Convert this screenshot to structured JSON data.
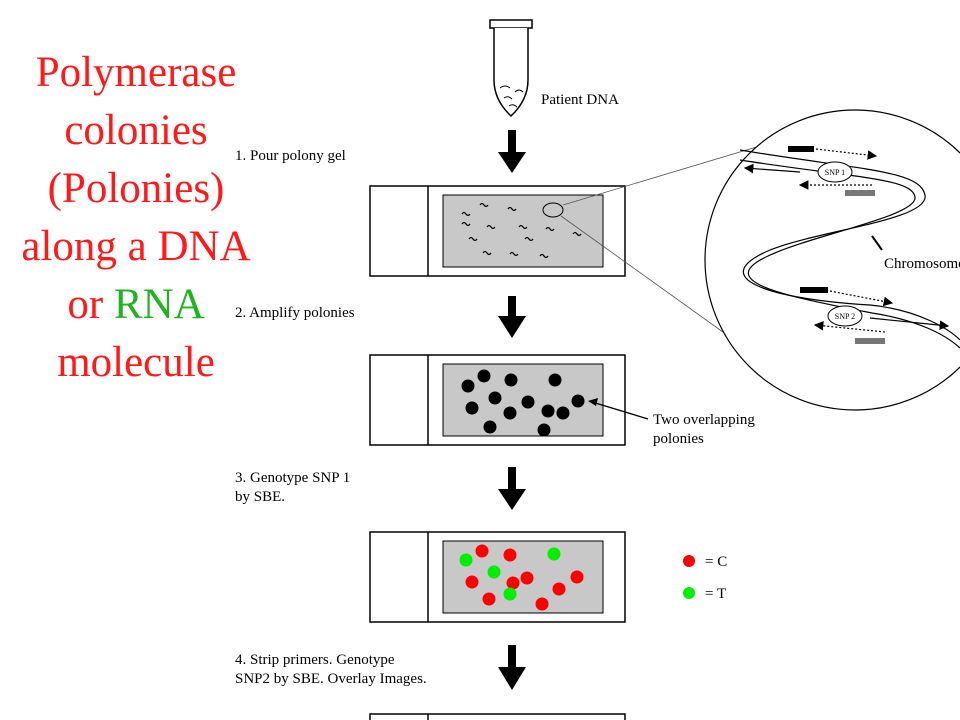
{
  "title": {
    "line1": "Polymerase",
    "line2": "colonies",
    "line3": "(Polonies)",
    "line4": "along a DNA",
    "line5_or": "or",
    "line5_rna": "RNA",
    "line6": "molecule"
  },
  "steps": {
    "patient": "Patient DNA",
    "step1": "1.  Pour polony gel",
    "step2": "2.  Amplify polonies",
    "step3_line1": "3.  Genotype SNP 1",
    "step3_line2": "by SBE.",
    "step4_line1": "4.  Strip primers.  Genotype",
    "step4_line2": "SNP2 by SBE.  Overlay Images."
  },
  "annotations": {
    "overlap_line1": "Two overlapping",
    "overlap_line2": "polonies",
    "chromosome": "Chromosome",
    "snp1": "SNP 1",
    "snp2": "SNP 2"
  },
  "legend": {
    "c_label": "= C",
    "t_label": "= T",
    "c_color": "#ff0000",
    "t_color": "#00ee00"
  },
  "colors": {
    "title_red": "#ff1a1a",
    "title_green": "#1fb41f",
    "gel_gray": "#c8c8c8"
  }
}
